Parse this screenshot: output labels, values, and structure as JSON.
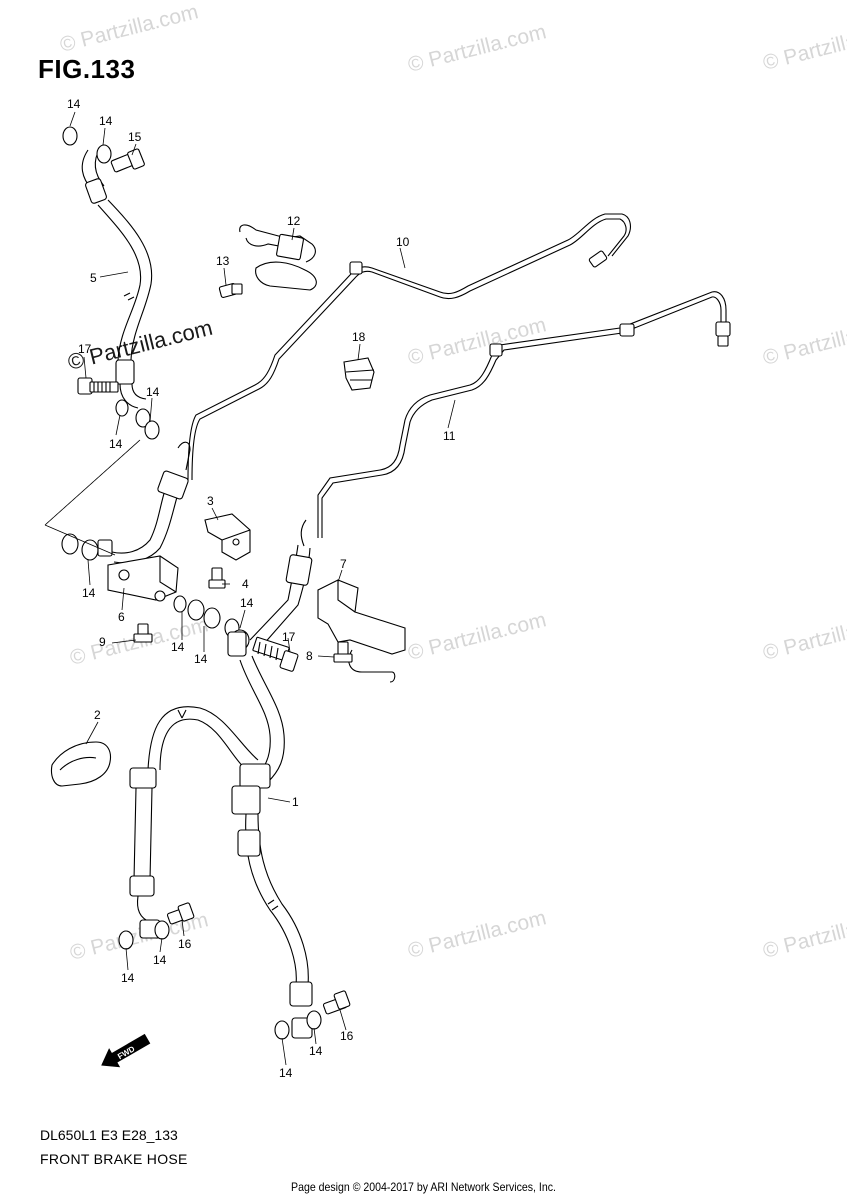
{
  "figure": {
    "title": "FIG.133"
  },
  "watermarks": {
    "text": "© Partzilla.com",
    "emphasized_text": "© Partzilla.com"
  },
  "callouts": [
    {
      "id": "c14a",
      "label": "14"
    },
    {
      "id": "c14b",
      "label": "14"
    },
    {
      "id": "c15",
      "label": "15"
    },
    {
      "id": "c5",
      "label": "5"
    },
    {
      "id": "c17a",
      "label": "17"
    },
    {
      "id": "c14c",
      "label": "14"
    },
    {
      "id": "c14d",
      "label": "14"
    },
    {
      "id": "c12",
      "label": "12"
    },
    {
      "id": "c13",
      "label": "13"
    },
    {
      "id": "c10",
      "label": "10"
    },
    {
      "id": "c18",
      "label": "18"
    },
    {
      "id": "c11",
      "label": "11"
    },
    {
      "id": "c3",
      "label": "3"
    },
    {
      "id": "c4",
      "label": "4"
    },
    {
      "id": "c7",
      "label": "7"
    },
    {
      "id": "c14e",
      "label": "14"
    },
    {
      "id": "c6",
      "label": "6"
    },
    {
      "id": "c9",
      "label": "9"
    },
    {
      "id": "c14f",
      "label": "14"
    },
    {
      "id": "c14g",
      "label": "14"
    },
    {
      "id": "c14h",
      "label": "14"
    },
    {
      "id": "c17b",
      "label": "17"
    },
    {
      "id": "c8",
      "label": "8"
    },
    {
      "id": "c2",
      "label": "2"
    },
    {
      "id": "c1",
      "label": "1"
    },
    {
      "id": "c16a",
      "label": "16"
    },
    {
      "id": "c14i",
      "label": "14"
    },
    {
      "id": "c14j",
      "label": "14"
    },
    {
      "id": "c16b",
      "label": "16"
    },
    {
      "id": "c14k",
      "label": "14"
    },
    {
      "id": "c14l",
      "label": "14"
    }
  ],
  "fwd_badge": "FWD",
  "footer": {
    "model_code": "DL650L1 E3 E28_133",
    "section_name": "FRONT BRAKE HOSE",
    "credit": "Page design © 2004-2017 by ARI Network Services, Inc."
  }
}
